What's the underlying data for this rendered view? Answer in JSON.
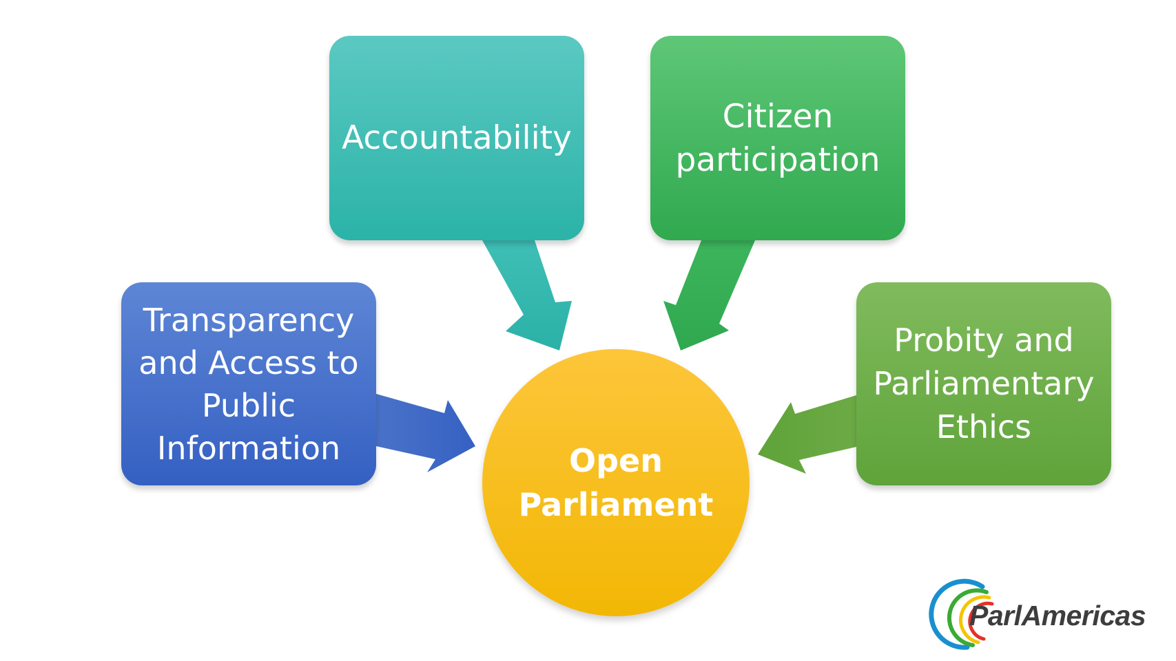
{
  "nodes": {
    "accountability": {
      "lines": [
        "Accountability"
      ],
      "color": "#3dbdb3"
    },
    "citizen_participation": {
      "lines": [
        "Citizen",
        "participation"
      ],
      "color": "#3fb35f"
    },
    "transparency": {
      "lines": [
        "Transparency",
        "and Access to",
        "Public",
        "Information"
      ],
      "color": "#4472c4"
    },
    "probity": {
      "lines": [
        "Probity and",
        "Parliamentary",
        "Ethics"
      ],
      "color": "#70ad47"
    },
    "center": {
      "lines": [
        "Open",
        "Parliament"
      ],
      "color": "#fbbf1b"
    }
  },
  "logo": {
    "text": "ParlAmericas",
    "arc_colors": [
      "#1a8fd0",
      "#3aaa35",
      "#f5c400",
      "#e63027"
    ]
  }
}
